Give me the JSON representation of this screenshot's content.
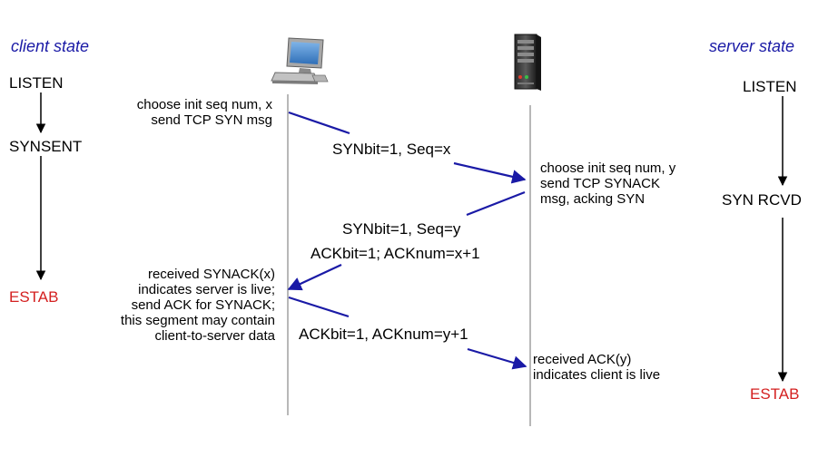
{
  "client": {
    "heading": "client state",
    "states": [
      "LISTEN",
      "SYNSENT",
      "ESTAB"
    ]
  },
  "server": {
    "heading": "server state",
    "states": [
      "LISTEN",
      "SYN RCVD",
      "ESTAB"
    ]
  },
  "notes": {
    "client_1": [
      "choose init seq num, x",
      "send TCP SYN msg"
    ],
    "server_1": [
      "choose init seq num, y",
      "send TCP SYNACK",
      "msg, acking SYN"
    ],
    "client_2": [
      "received SYNACK(x)",
      "indicates server is live;",
      "send ACK for SYNACK;",
      "this segment may contain",
      "client-to-server data"
    ],
    "server_2": [
      "received ACK(y)",
      "indicates client is live"
    ]
  },
  "messages": {
    "syn": "SYNbit=1, Seq=x",
    "synack_1": "SYNbit=1, Seq=y",
    "synack_2": "ACKbit=1; ACKnum=x+1",
    "ack": "ACKbit=1, ACKnum=y+1"
  },
  "icons": {
    "client": "desktop-computer-icon",
    "server": "server-tower-icon"
  },
  "colors": {
    "state_heading": "#1a1aa6",
    "estab": "#d42020",
    "arrow": "#1a1aa6",
    "timeline": "#888888"
  }
}
